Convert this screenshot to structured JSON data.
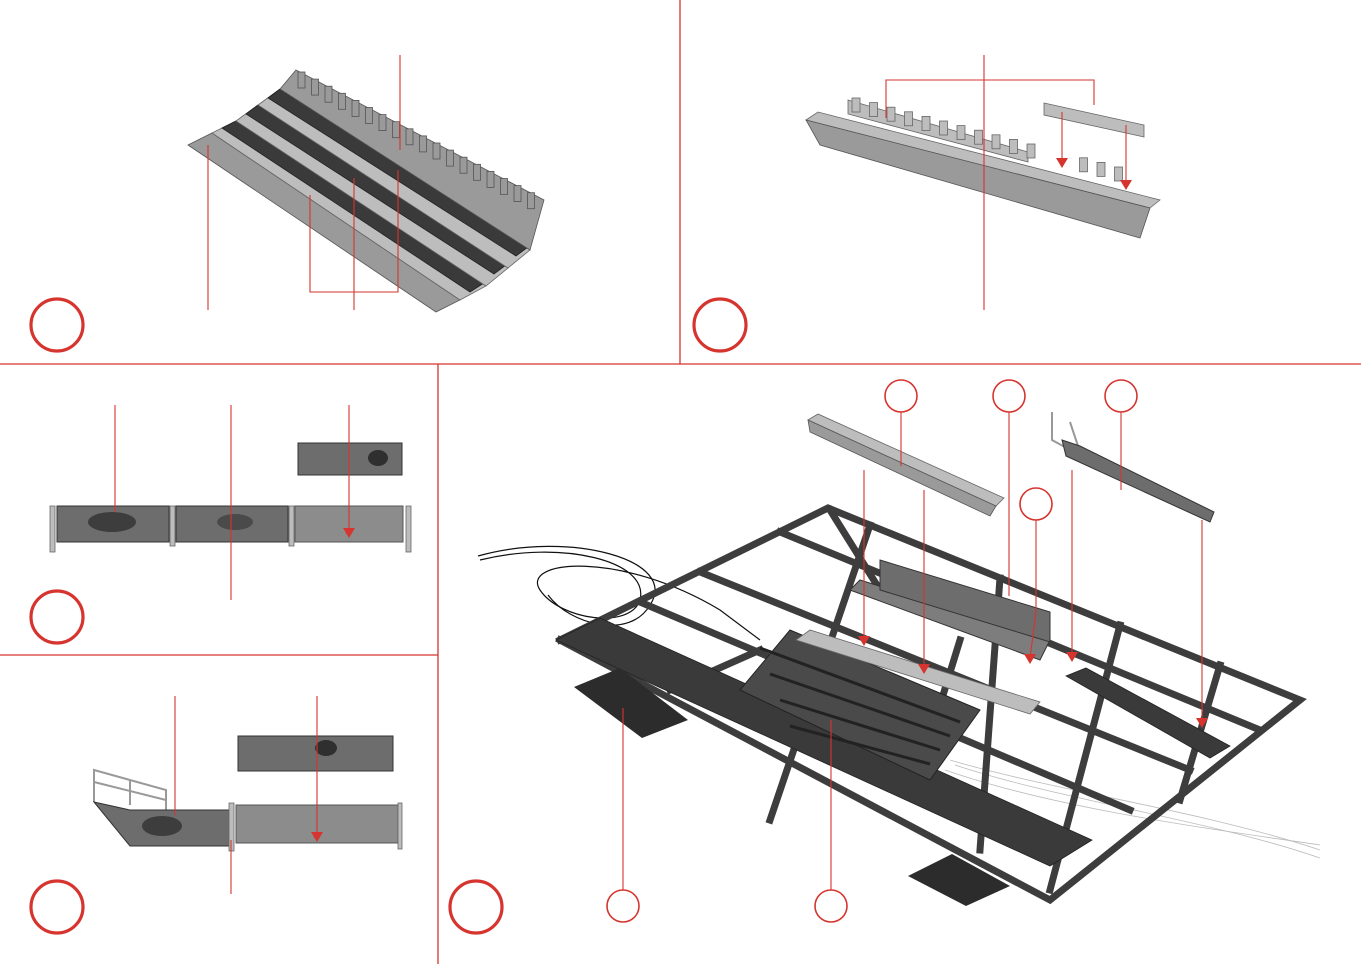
{
  "diagram": {
    "kind": "assembly-instructions",
    "colors": {
      "accent": "#d6342e",
      "part_gray": "#9a9a9a",
      "frame_dark": "#3d3d3d"
    },
    "steps": [
      {
        "id": "step-1",
        "number": ""
      },
      {
        "id": "step-2",
        "number": ""
      },
      {
        "id": "step-3",
        "number": ""
      },
      {
        "id": "step-4",
        "number": ""
      },
      {
        "id": "step-5",
        "number": ""
      }
    ],
    "part_callouts": [
      "",
      "",
      "",
      "",
      "",
      ""
    ]
  }
}
